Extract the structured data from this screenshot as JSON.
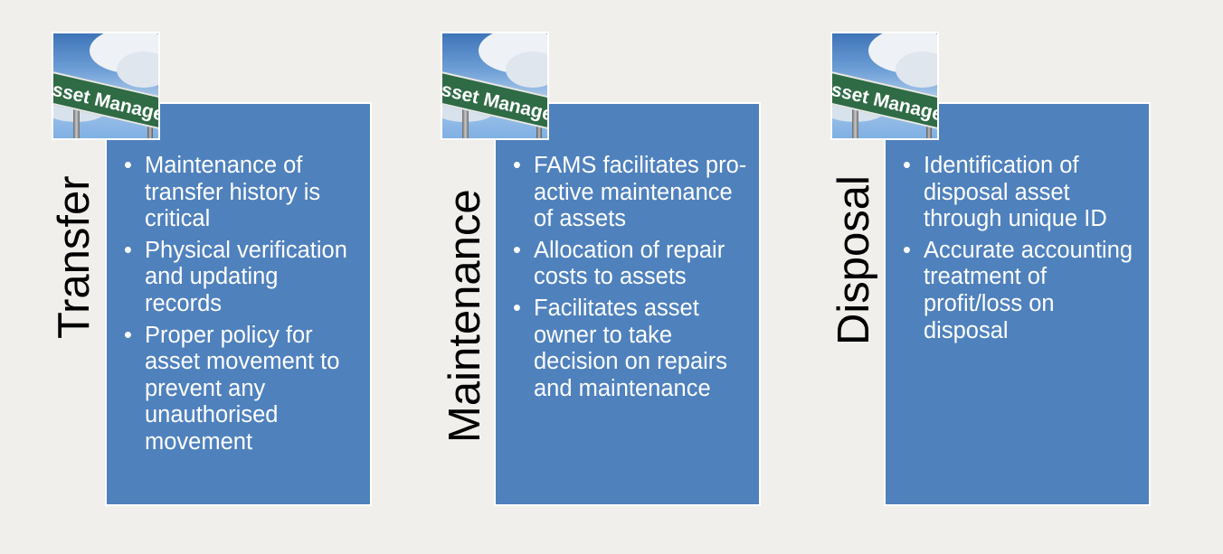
{
  "theme": {
    "background": "#F1EFEB",
    "box_color": "#4F81BD",
    "box_border": "#FFFFFF",
    "text_on_box": "#FFFFFF",
    "title_color": "#000000"
  },
  "panels": [
    {
      "title": "Transfer",
      "image_caption": "sset Managem",
      "image_icon": "asset-management-sign-icon",
      "bullets": [
        "Maintenance of transfer history is critical",
        "Physical verification and updating records",
        "Proper policy for asset movement to prevent any unauthorised movement"
      ]
    },
    {
      "title": "Maintenance",
      "image_caption": "sset Managem",
      "image_icon": "asset-management-sign-icon",
      "bullets": [
        "FAMS facilitates pro-active maintenance of assets",
        "Allocation of repair costs to assets",
        "Facilitates asset owner to take decision on repairs and maintenance"
      ]
    },
    {
      "title": "Disposal",
      "image_caption": "sset Managem",
      "image_icon": "asset-management-sign-icon",
      "bullets": [
        "Identification of disposal asset through unique ID",
        "Accurate accounting treatment of profit/loss on disposal"
      ]
    }
  ]
}
